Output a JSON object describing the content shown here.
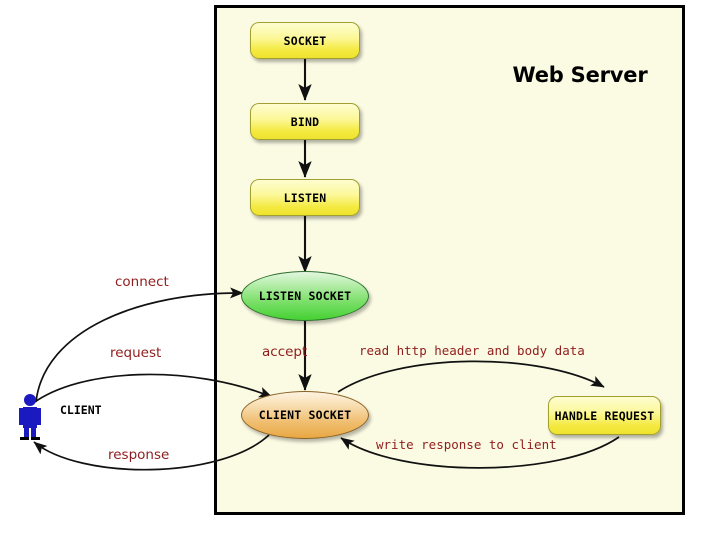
{
  "diagram": {
    "title": "Web Server",
    "panel_label": "web-server-boundary",
    "colors": {
      "panel_background": "#fbfbe4",
      "panel_border": "#000000",
      "box_fill": "#f4e93f",
      "listen_socket_fill": "#45d132",
      "client_socket_fill": "#e8a843",
      "edge_label": "#8f1d1d",
      "actor": "#1a1ac0",
      "edge_line": "#1a1a1a"
    }
  },
  "nodes": {
    "socket": "SOCKET",
    "bind": "BIND",
    "listen": "LISTEN",
    "listen_socket": "LISTEN SOCKET",
    "client_socket": "CLIENT SOCKET",
    "handle_request": "HANDLE REQUEST",
    "client": "CLIENT"
  },
  "edges": [
    {
      "id": "connect",
      "label": "connect",
      "from": "client",
      "to": "listen_socket",
      "style": "sans"
    },
    {
      "id": "request",
      "label": "request",
      "from": "client",
      "to": "client_socket",
      "style": "sans"
    },
    {
      "id": "response",
      "label": "response",
      "from": "client_socket",
      "to": "client",
      "style": "sans"
    },
    {
      "id": "accept",
      "label": "accept",
      "from": "listen_socket",
      "to": "client_socket",
      "style": "sans"
    },
    {
      "id": "read",
      "label": "read http header and body data",
      "from": "client_socket",
      "to": "handle_request",
      "style": "mono"
    },
    {
      "id": "write",
      "label": "write response to client",
      "from": "handle_request",
      "to": "client_socket",
      "style": "mono"
    },
    {
      "id": "socket-bind",
      "label": "",
      "from": "socket",
      "to": "bind",
      "style": "plain"
    },
    {
      "id": "bind-listen",
      "label": "",
      "from": "bind",
      "to": "listen",
      "style": "plain"
    },
    {
      "id": "listen-listensocket",
      "label": "",
      "from": "listen",
      "to": "listen_socket",
      "style": "plain"
    }
  ],
  "icons": {
    "actor": "person-icon"
  }
}
